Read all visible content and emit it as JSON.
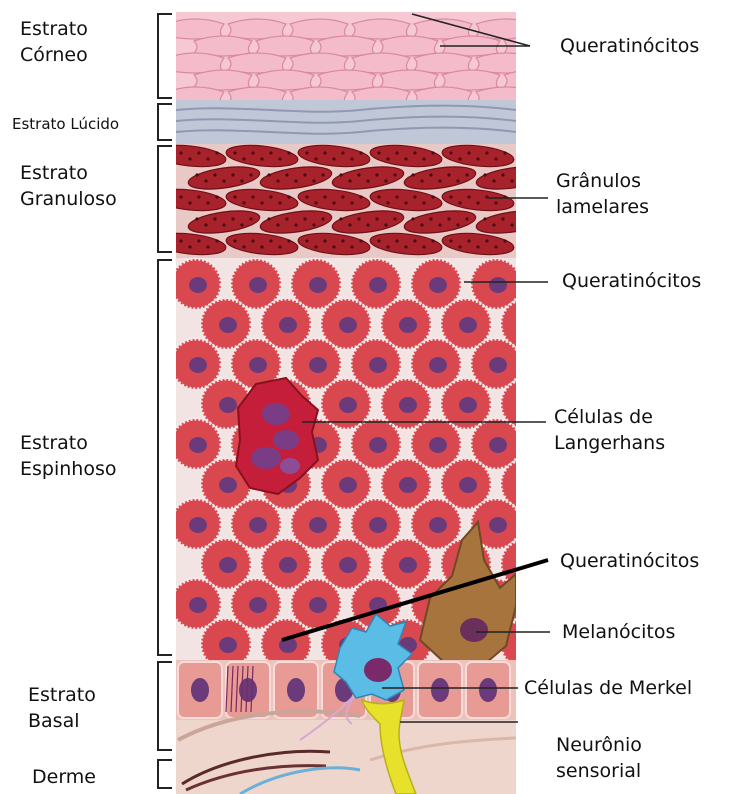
{
  "layers": [
    {
      "key": "corneo",
      "lines": [
        "Estrato",
        "Córneo"
      ]
    },
    {
      "key": "lucido",
      "lines": [
        "Estrato Lúcido"
      ]
    },
    {
      "key": "granuloso",
      "lines": [
        "Estrato",
        "Granuloso"
      ]
    },
    {
      "key": "espinhoso",
      "lines": [
        "Estrato",
        "Espinhoso"
      ]
    },
    {
      "key": "basal",
      "lines": [
        "Estrato",
        "Basal"
      ]
    },
    {
      "key": "derme",
      "lines": [
        "Derme"
      ]
    }
  ],
  "callouts": [
    {
      "key": "queratinocitos-top",
      "lines": [
        "Queratinócitos"
      ]
    },
    {
      "key": "granulos",
      "lines": [
        "Grânulos",
        "lamelares"
      ]
    },
    {
      "key": "queratinocitos-mid",
      "lines": [
        "Queratinócitos"
      ]
    },
    {
      "key": "langerhans",
      "lines": [
        "Células de",
        "Langerhans"
      ]
    },
    {
      "key": "queratinocitos-low",
      "lines": [
        "Queratinócitos"
      ]
    },
    {
      "key": "melanocitos",
      "lines": [
        "Melanócitos"
      ]
    },
    {
      "key": "merkel",
      "lines": [
        "Células de Merkel"
      ]
    },
    {
      "key": "neuronio",
      "lines": [
        "Neurônio",
        "sensorial"
      ]
    }
  ],
  "colors": {
    "corneo": "#f4bccb",
    "lucido": "#b9c3d3",
    "granuloso": "#a8222c",
    "espinhoso": "#d9474f",
    "nucleus": "#6b3a7a",
    "langerhans": "#c0203a",
    "melanocyte": "#9a6a3a",
    "merkel": "#5bb8e0",
    "neuron": "#e8e02a",
    "derme": "#eccfc2"
  }
}
